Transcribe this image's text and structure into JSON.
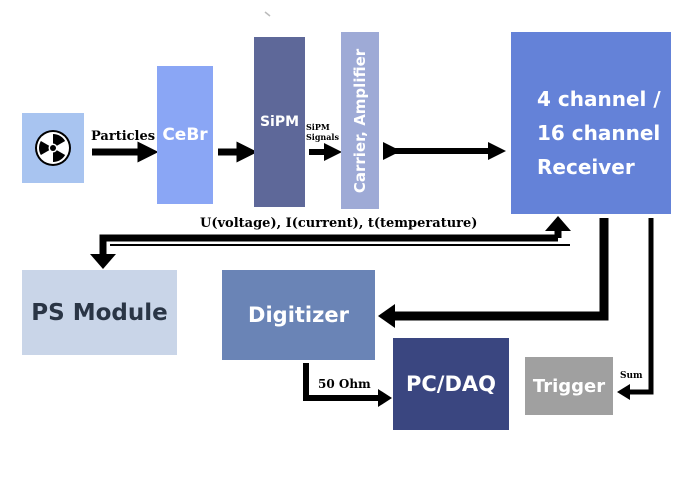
{
  "labels": {
    "particles": "Particles",
    "sipm_signals": "SiPM Signals",
    "uit": "U(voltage), I(current), t(temperature)",
    "ohm": "50 Ohm",
    "sum": "Sum"
  },
  "blocks": {
    "cebr": "CeBr",
    "sipm": "SiPM",
    "carrier": "Carrier, Amplifier",
    "receiver_line1": "4 channel /",
    "receiver_line2": "16 channel",
    "receiver_line3": "Receiver",
    "ps_module": "PS Module",
    "digitizer": "Digitizer",
    "pc_daq": "PC/DAQ",
    "trigger": "Trigger"
  },
  "icons": {
    "source": "radiation-icon"
  },
  "colors": {
    "source": "#a8c4f0",
    "cebr": "#8aa6f5",
    "sipm": "#5e6899",
    "carrier": "#9eaad6",
    "receiver": "#6482d8",
    "ps_module": "#c9d5e8",
    "digitizer": "#6a84b6",
    "pc_daq": "#3a4680",
    "trigger": "#a0a0a0",
    "arrow": "#000000"
  }
}
